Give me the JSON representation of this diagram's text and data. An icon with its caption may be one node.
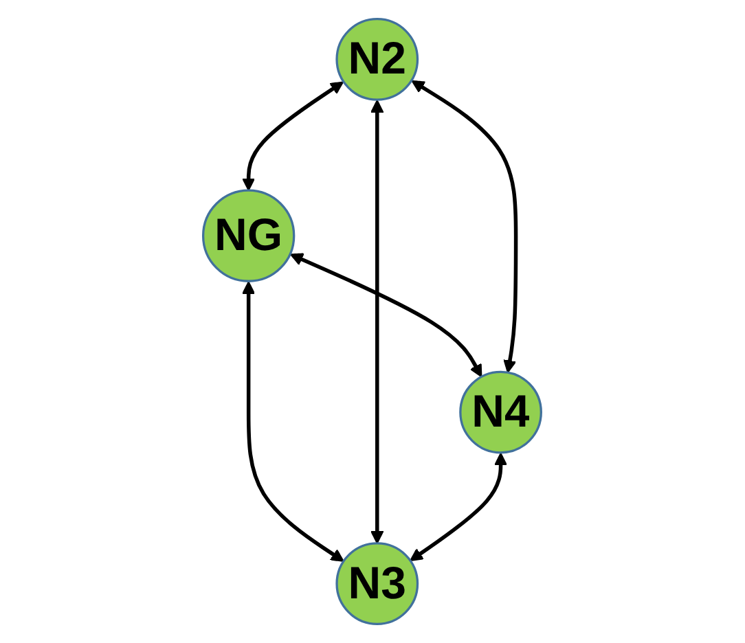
{
  "diagram": {
    "nodes": [
      {
        "text": [
          "NG"
        ]
      },
      {
        "text": [
          "N2"
        ]
      },
      {
        "text": [
          "N4"
        ]
      },
      {
        "text": [
          "N3"
        ]
      }
    ],
    "edges": [
      {
        "from": 1,
        "to": 0,
        "arrow": "both"
      },
      {
        "from": 0,
        "to": 2,
        "arrow": "both"
      },
      {
        "from": 1,
        "to": 2,
        "arrow": "both"
      },
      {
        "from": 0,
        "to": 3,
        "arrow": "both"
      },
      {
        "from": 1,
        "to": 3,
        "arrow": "both"
      },
      {
        "from": 2,
        "to": 3,
        "arrow": "both"
      }
    ]
  }
}
